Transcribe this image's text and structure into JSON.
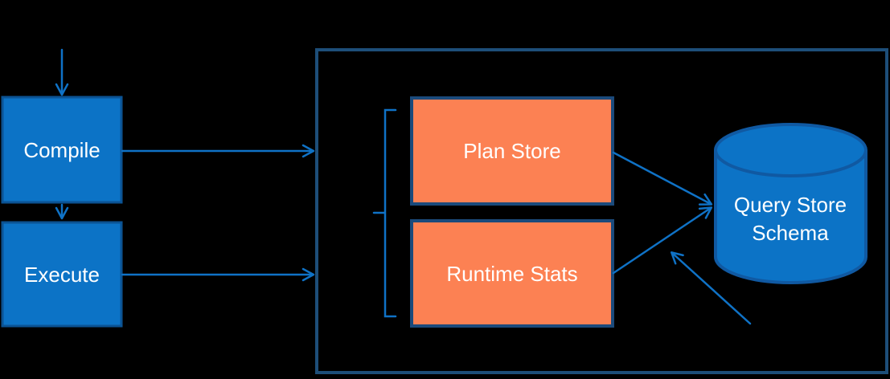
{
  "diagram": {
    "nodes": {
      "compile": {
        "label": "Compile"
      },
      "execute": {
        "label": "Execute"
      },
      "plan_store": {
        "label": "Plan Store"
      },
      "runtime_stats": {
        "label": "Runtime Stats"
      },
      "query_store_schema": {
        "label": "Query Store Schema",
        "line1": "Query Store",
        "line2": "Schema"
      }
    },
    "edges": [
      {
        "from": "start",
        "to": "compile",
        "style": "arrow-down"
      },
      {
        "from": "compile",
        "to": "execute",
        "style": "arrow-down"
      },
      {
        "from": "compile",
        "to": "query-store-container",
        "style": "arrow-right"
      },
      {
        "from": "execute",
        "to": "query-store-container",
        "style": "arrow-right"
      },
      {
        "from": "plan_store",
        "to": "query_store_schema",
        "style": "arrow"
      },
      {
        "from": "runtime_stats",
        "to": "query_store_schema",
        "style": "arrow"
      },
      {
        "from": "below-right",
        "to": "query_store_schema",
        "style": "arrow"
      }
    ],
    "colors": {
      "background": "#000000",
      "blue_fill": "#0c73c6",
      "blue_border": "#0b5394",
      "orange_fill": "#fc8153",
      "orange_border": "#1b4a7b",
      "outer_border": "#1d4e79",
      "cylinder_border": "#1059a2",
      "arrow": "#0f72c6",
      "text": "#ffffff"
    }
  }
}
